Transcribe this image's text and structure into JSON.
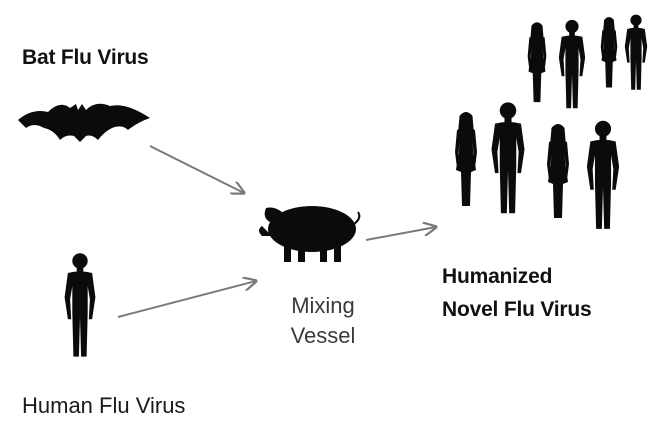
{
  "labels": {
    "bat_flu_virus": "Bat Flu Virus",
    "human_flu_virus": "Human Flu Virus",
    "mixing_line1": "Mixing",
    "mixing_line2": "Vessel",
    "novel_line1": "Humanized",
    "novel_line2": "Novel Flu Virus"
  },
  "icons": {
    "bat": "bat-icon",
    "pig": "pig-icon",
    "human": "person-icon",
    "crowd": "crowd-icon"
  },
  "colors": {
    "silhouette": "#0b0b0b",
    "arrow": "#7a7a7a",
    "text": "#111111"
  }
}
